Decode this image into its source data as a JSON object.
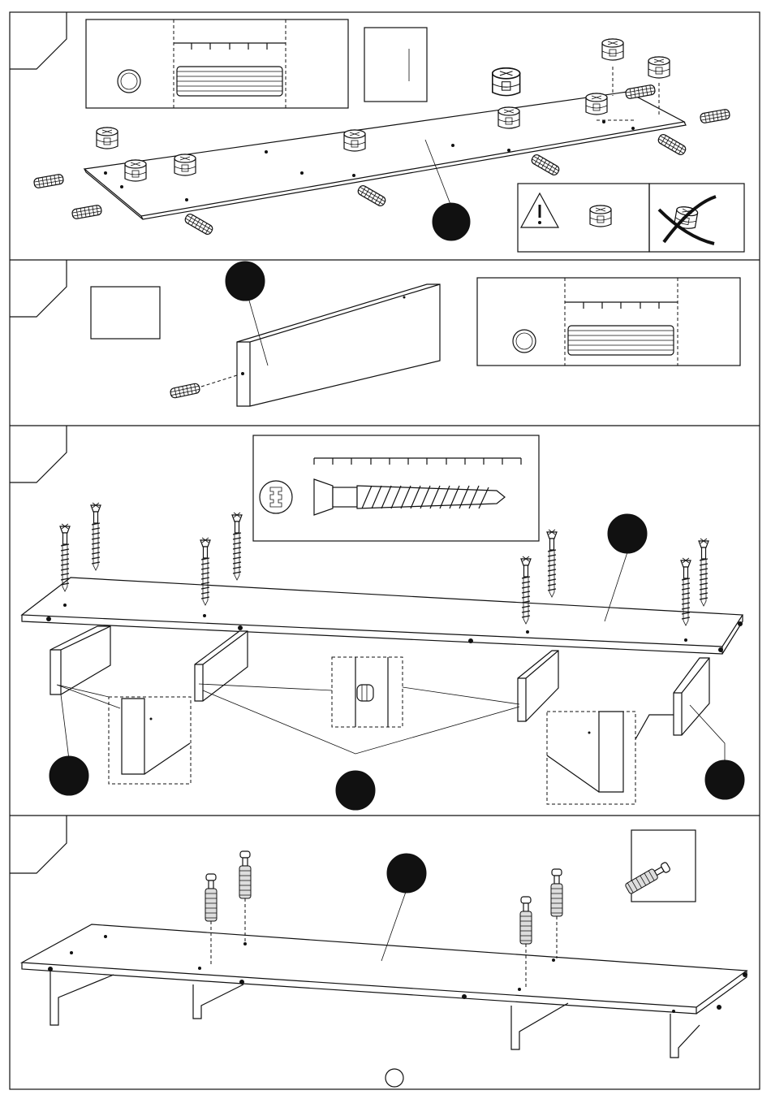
{
  "document": {
    "type": "furniture-assembly-instructions",
    "steps": [
      {
        "panel": 1,
        "label": "",
        "callout_label": "",
        "icons": [
          "cam-lock-detail",
          "dowel-detail",
          "warning-icon",
          "cam-lock-wrong-orientation"
        ]
      },
      {
        "panel": 2,
        "label": "",
        "callout_label": "",
        "icons": [
          "dowel-detail",
          "part-count-box"
        ]
      },
      {
        "panel": 3,
        "label": "",
        "callout_labels": [
          "",
          "",
          "",
          ""
        ],
        "icons": [
          "screw-detail",
          "phillips-head-icon",
          "dowel-zoom-detail"
        ]
      },
      {
        "panel": 4,
        "label": "",
        "callout_label": "",
        "icons": [
          "cam-bolt-detail"
        ]
      }
    ],
    "page_number": ""
  },
  "colors": {
    "line": "#111111",
    "background": "#ffffff",
    "callout": "#111111"
  }
}
